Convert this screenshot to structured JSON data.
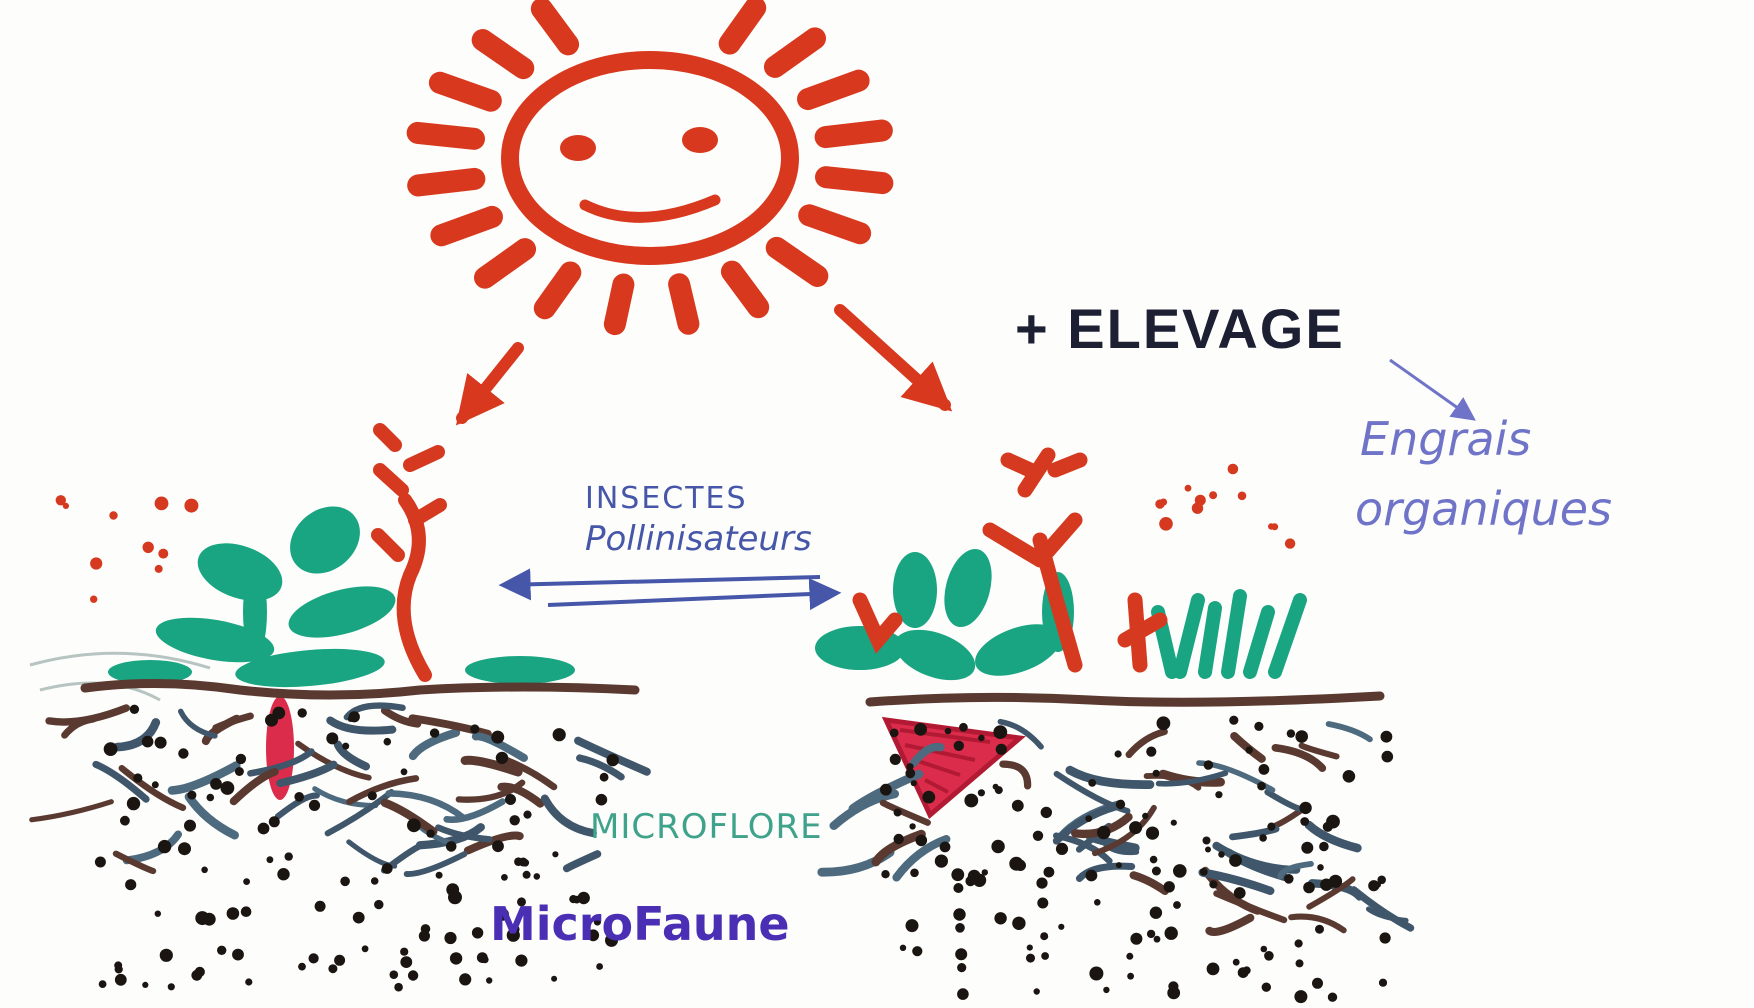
{
  "labels": {
    "elevage": "+ ELEVAGE",
    "engrais_line1": "Engrais",
    "engrais_line2": "organiques",
    "insectes_line1": "INSECTES",
    "insectes_line2": "Pollinisateurs",
    "microflore": "MICROFLORE",
    "microfaune": "MicroFaune"
  },
  "colors": {
    "sun": "#d8391e",
    "plant_green": "#1aa582",
    "flower_red": "#d5391f",
    "soil_brown": "#5a3a30",
    "root_slate": "#3f566b",
    "elevage_ink": "#1d1f33",
    "pollinator_blue": "#4656a8",
    "microflore_green": "#3fa28a",
    "microfaune_purple": "#4a2fb4",
    "root_vegetable_red": "#dc2c4c"
  },
  "icons": {
    "sun": "smiling-sun-icon",
    "left_plant": "plant-with-carrot-icon",
    "right_plant": "plant-with-beet-icon"
  }
}
